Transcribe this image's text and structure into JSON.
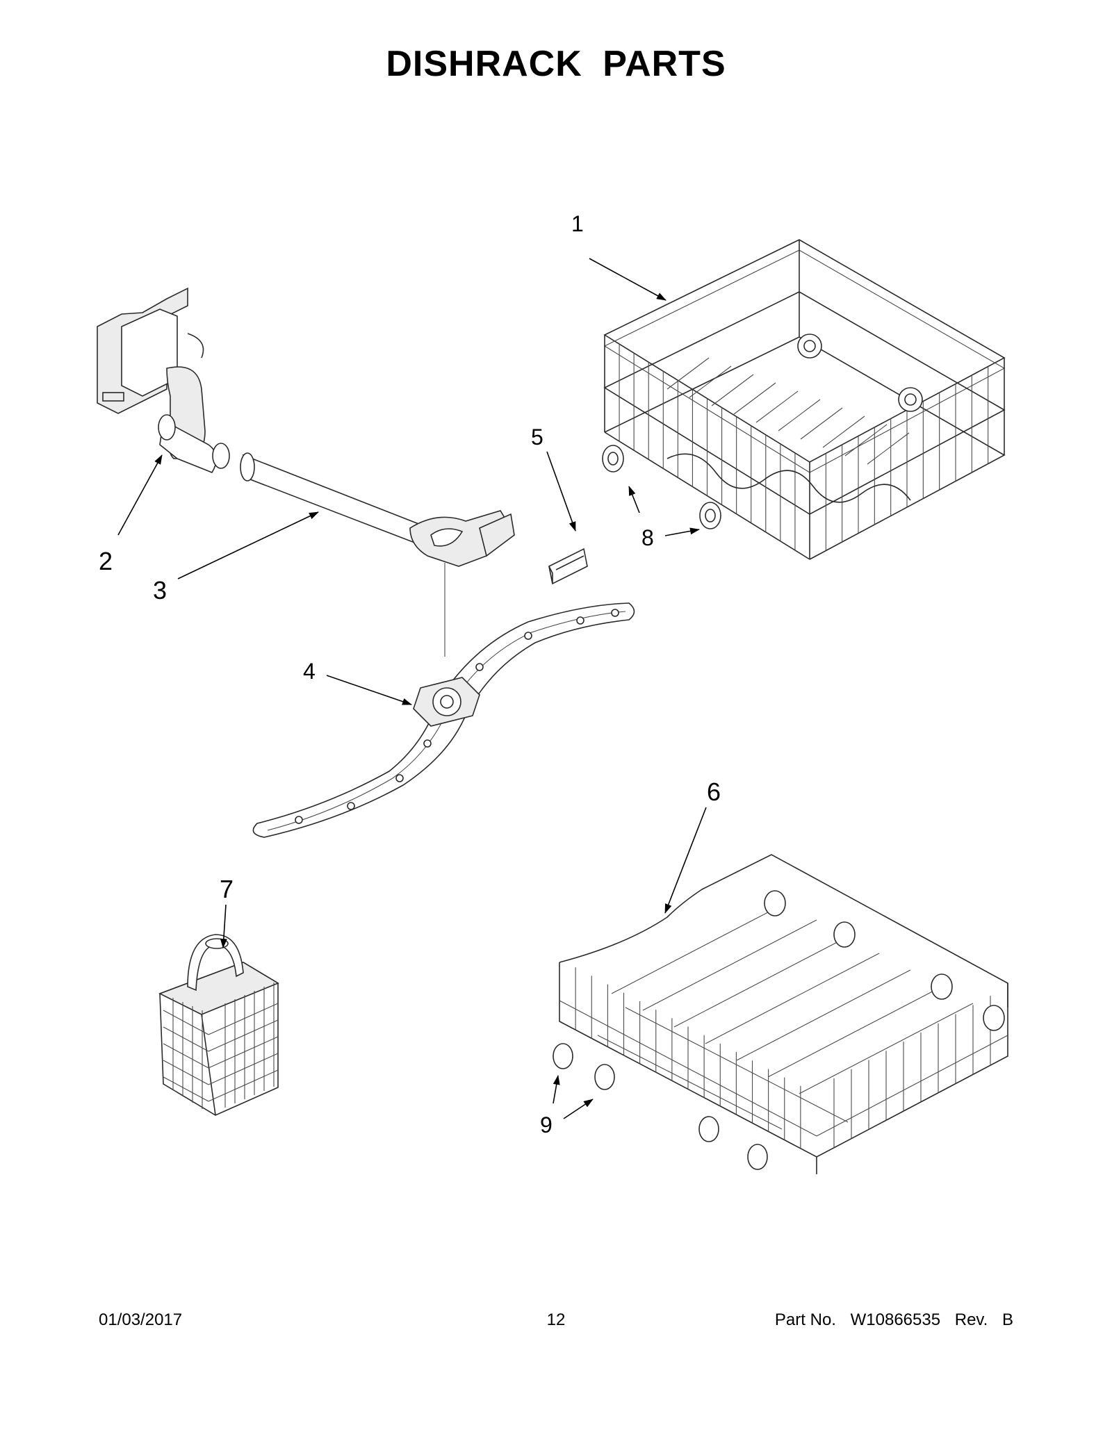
{
  "title": {
    "word1": "DISHRACK",
    "word2": "PARTS"
  },
  "callouts": [
    {
      "id": "1",
      "label": "1",
      "part": "upper-dishrack"
    },
    {
      "id": "2",
      "label": "2",
      "part": "spray-manifold"
    },
    {
      "id": "3",
      "label": "3",
      "part": "spray-tube"
    },
    {
      "id": "4",
      "label": "4",
      "part": "lower-spray-arm"
    },
    {
      "id": "5",
      "label": "5",
      "part": "clip"
    },
    {
      "id": "6",
      "label": "6",
      "part": "lower-dishrack"
    },
    {
      "id": "7",
      "label": "7",
      "part": "silverware-basket"
    },
    {
      "id": "8",
      "label": "8",
      "part": "upper-rack-wheel"
    },
    {
      "id": "9",
      "label": "9",
      "part": "lower-rack-wheel"
    }
  ],
  "footer": {
    "date": "01/03/2017",
    "page": "12",
    "part_prefix": "Part No.",
    "part_number": "W10866535",
    "rev_prefix": "Rev.",
    "rev": "B"
  }
}
